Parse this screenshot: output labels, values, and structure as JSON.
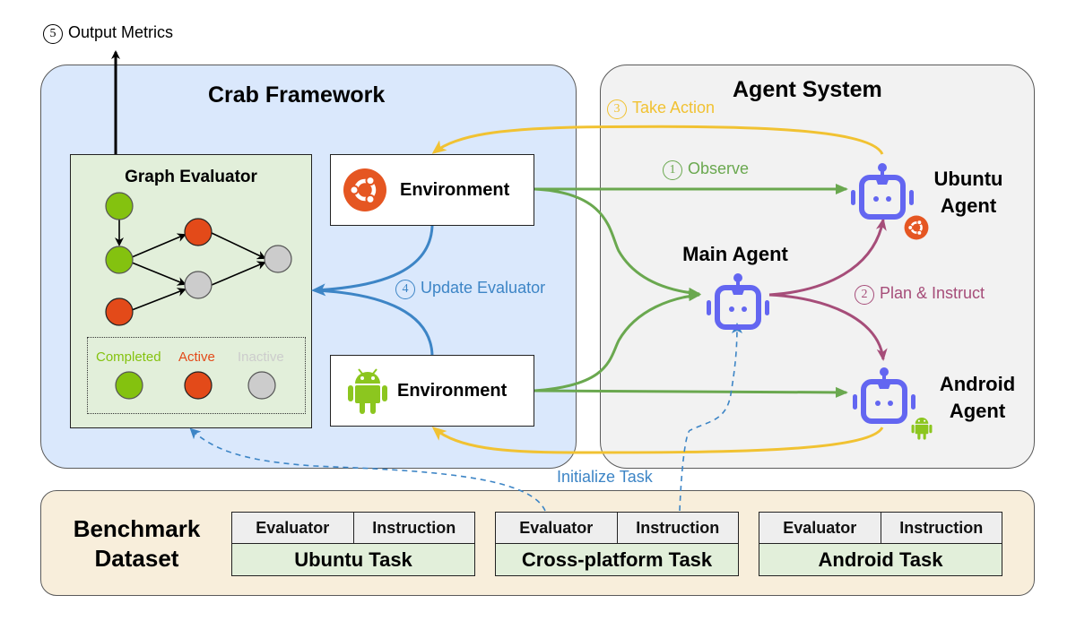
{
  "output_metrics": {
    "number": "5",
    "label": "Output Metrics"
  },
  "crab_framework": {
    "title": "Crab Framework",
    "graph_evaluator": {
      "title": "Graph Evaluator",
      "legend": {
        "completed": "Completed",
        "active": "Active",
        "inactive": "Inactive"
      },
      "colors": {
        "completed": "#84c20f",
        "active": "#e34a19",
        "inactive": "#c8c8c8"
      }
    },
    "environments": [
      {
        "label": "Environment",
        "icon": "ubuntu-icon"
      },
      {
        "label": "Environment",
        "icon": "android-icon"
      }
    ]
  },
  "agent_system": {
    "title": "Agent System",
    "agents": [
      {
        "name_line1": "Ubuntu",
        "name_line2": "Agent",
        "badge": "ubuntu-icon"
      },
      {
        "name_line1": "Main Agent",
        "name_line2": ""
      },
      {
        "name_line1": "Android",
        "name_line2": "Agent",
        "badge": "android-icon"
      }
    ],
    "robot_color": "#6366f1"
  },
  "flows": {
    "observe": {
      "number": "1",
      "label": "Observe",
      "color": "#6aa84f"
    },
    "plan": {
      "number": "2",
      "label": "Plan & Instruct",
      "color": "#a64d79"
    },
    "action": {
      "number": "3",
      "label": "Take Action",
      "color": "#f1c232"
    },
    "update": {
      "number": "4",
      "label": "Update Evaluator",
      "color": "#3d85c6"
    },
    "init": {
      "label": "Initialize Task",
      "color": "#3d85c6"
    }
  },
  "benchmark": {
    "title_line1": "Benchmark",
    "title_line2": "Dataset",
    "tasks": [
      {
        "evaluator": "Evaluator",
        "instruction": "Instruction",
        "name": "Ubuntu Task"
      },
      {
        "evaluator": "Evaluator",
        "instruction": "Instruction",
        "name": "Cross-platform Task"
      },
      {
        "evaluator": "Evaluator",
        "instruction": "Instruction",
        "name": "Android Task"
      }
    ]
  }
}
